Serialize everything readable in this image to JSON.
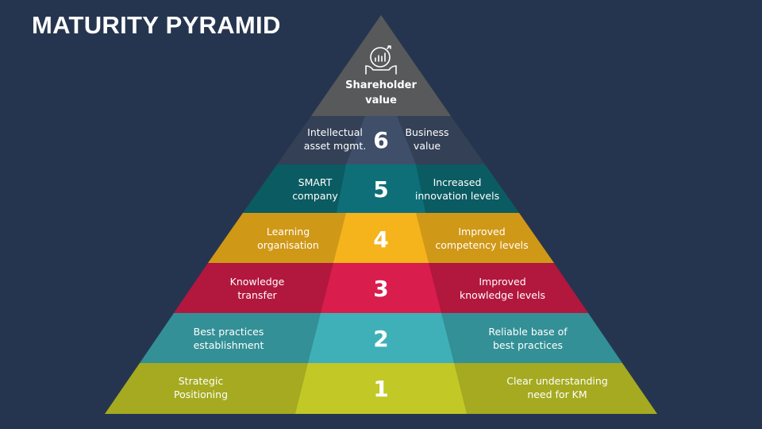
{
  "title": "MATURITY PYRAMID",
  "apex": {
    "line1": "Shareholder",
    "line2": "value",
    "icon": "growth-chart-hands-icon",
    "color": "#58595b"
  },
  "levels": [
    {
      "number": "6",
      "left": [
        "Intellectual",
        "asset mgmt."
      ],
      "right": [
        "Business",
        "value"
      ],
      "color": "#3f4f6a"
    },
    {
      "number": "5",
      "left": [
        "SMART",
        "company"
      ],
      "right": [
        "Increased",
        "innovation levels"
      ],
      "color": "#0e6f78"
    },
    {
      "number": "4",
      "left": [
        "Learning",
        "organisation"
      ],
      "right": [
        "Improved",
        "competency levels"
      ],
      "color": "#f5b31c"
    },
    {
      "number": "3",
      "left": [
        "Knowledge",
        "transfer"
      ],
      "right": [
        "Improved",
        "knowledge levels"
      ],
      "color": "#d91d4c"
    },
    {
      "number": "2",
      "left": [
        "Best practices",
        "establishment"
      ],
      "right": [
        "Reliable base of",
        "best practices"
      ],
      "color": "#3fb0b8"
    },
    {
      "number": "1",
      "left": [
        "Strategic",
        "Positioning"
      ],
      "right": [
        "Clear understanding",
        "need for KM"
      ],
      "color": "#c2c826"
    }
  ]
}
